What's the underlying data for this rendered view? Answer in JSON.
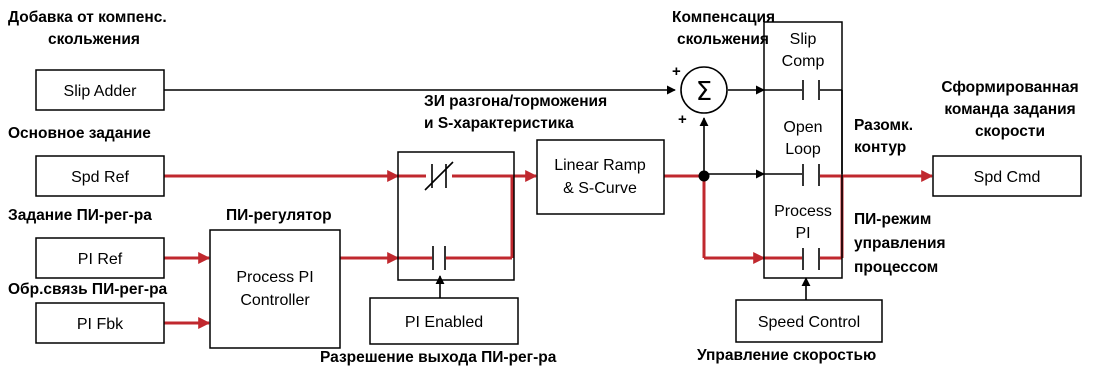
{
  "labels": {
    "slip_adder_caption_1": "Добавка от компенс.",
    "slip_adder_caption_2": "скольжения",
    "spd_ref_caption": "Основное задание",
    "pi_ref_caption": "Задание ПИ-рег-ра",
    "pi_fbk_caption": "Обр.связь ПИ-рег-ра",
    "pi_controller_caption": "ПИ-регулятор",
    "pi_enabled_caption": "Разрешение выхода ПИ-рег-ра",
    "ramp_caption_1": "ЗИ разгона/торможения",
    "ramp_caption_2": "и S-характеристика",
    "slip_comp_caption_1": "Компенсация",
    "slip_comp_caption_2": "скольжения",
    "open_loop_caption_1": "Разомк.",
    "open_loop_caption_2": "контур",
    "pi_mode_caption_1": "ПИ-режим",
    "pi_mode_caption_2": "управления",
    "pi_mode_caption_3": "процессом",
    "speed_control_caption": "Управление скоростью",
    "spd_cmd_caption_1": "Сформированная",
    "spd_cmd_caption_2": "команда задания",
    "spd_cmd_caption_3": "скорости"
  },
  "blocks": {
    "slip_adder": "Slip Adder",
    "spd_ref": "Spd Ref",
    "pi_ref": "PI Ref",
    "pi_fbk": "PI Fbk",
    "pi_controller_1": "Process PI",
    "pi_controller_2": "Controller",
    "pi_enabled": "PI Enabled",
    "linear_ramp_1": "Linear Ramp",
    "linear_ramp_2": "& S-Curve",
    "slip_comp_1": "Slip",
    "slip_comp_2": "Comp",
    "open_loop_1": "Open",
    "open_loop_2": "Loop",
    "process_pi_1": "Process",
    "process_pi_2": "PI",
    "speed_control": "Speed Control",
    "spd_cmd": "Spd Cmd"
  },
  "summing_junction": {
    "symbol": "Σ",
    "sign_left": "+",
    "sign_bottom": "+"
  },
  "colors": {
    "active_path": "#c0282e",
    "lines": "#000000"
  }
}
